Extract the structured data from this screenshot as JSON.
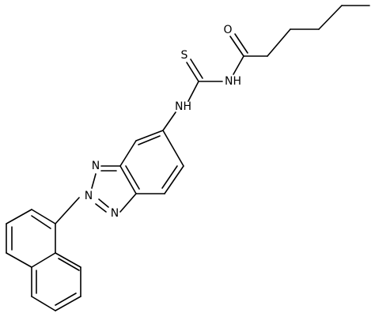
{
  "atoms": {
    "oxygen": "O",
    "sulfur": "S",
    "imide_nh": "NH",
    "amine_nh": "NH",
    "triazole_n_top": "N",
    "triazole_n_mid": "N",
    "triazole_n_bottom": "N"
  },
  "colors": {
    "bond": "#000000",
    "label": "#000000",
    "background": "#ffffff"
  }
}
